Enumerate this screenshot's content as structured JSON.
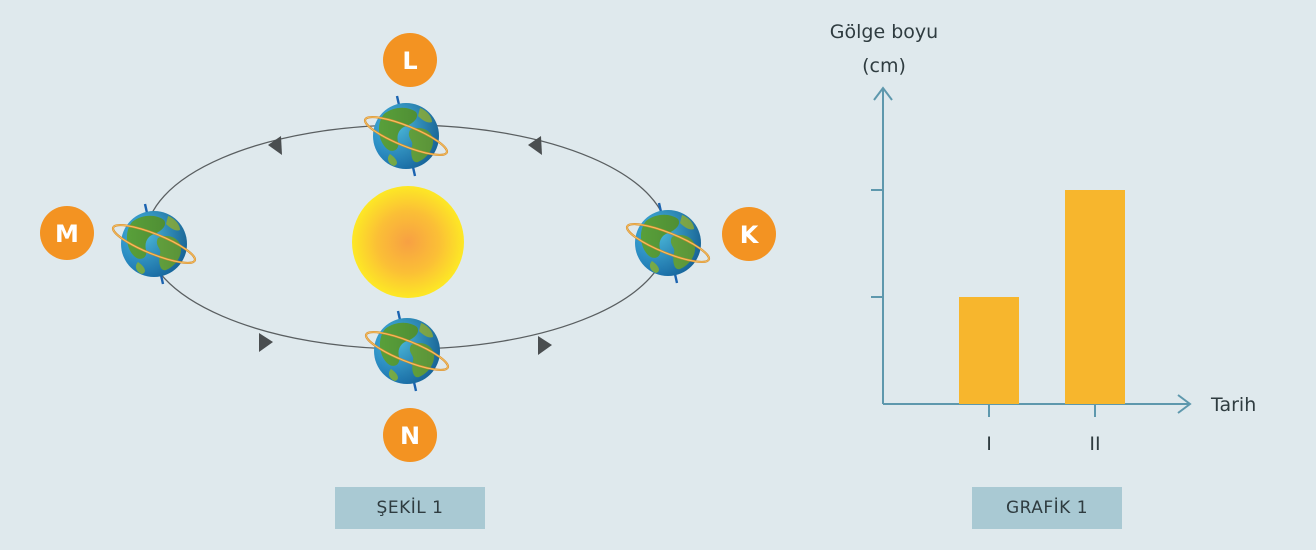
{
  "figure1": {
    "caption": "ŞEKİL 1",
    "positions": [
      {
        "id": "L",
        "label": "L"
      },
      {
        "id": "K",
        "label": "K"
      },
      {
        "id": "M",
        "label": "M"
      },
      {
        "id": "N",
        "label": "N"
      }
    ]
  },
  "figure2": {
    "caption": "GRAFİK 1"
  },
  "chart_data": {
    "type": "bar",
    "categories": [
      "I",
      "II"
    ],
    "values": [
      1,
      2
    ],
    "title": "",
    "ylabel_line1": "Gölge boyu",
    "ylabel_line2": "(cm)",
    "xlabel": "Tarih",
    "ylim": [
      0,
      3
    ],
    "grid": false,
    "bar_color": "#f7b62d"
  },
  "colors": {
    "background": "#dfe9ed",
    "badge": "#f39322",
    "axis": "#5e98ad",
    "caption_bg": "#a9c9d3",
    "sun": "#fbd02f"
  }
}
